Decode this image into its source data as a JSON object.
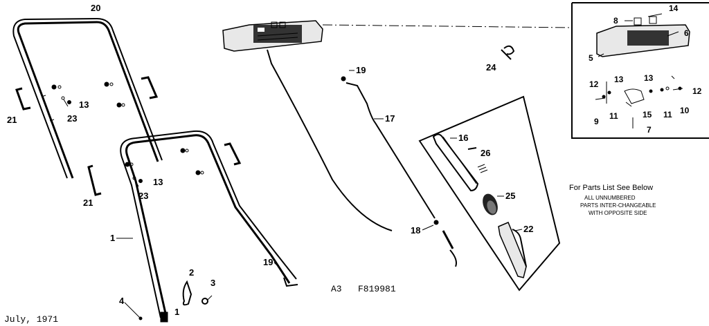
{
  "part_numbers": {
    "p1": "1",
    "p2": "2",
    "p3": "3",
    "p4": "4",
    "p1b": "1",
    "p19a": "19",
    "p19b": "19",
    "p20": "20",
    "p21a": "21",
    "p21b": "21",
    "p13a": "13",
    "p23a": "23",
    "p13b": "13",
    "p23b": "23",
    "p17": "17",
    "p18": "18",
    "p24": "24",
    "p16": "16",
    "p26": "26",
    "p25": "25",
    "p22": "22",
    "inset": {
      "p8": "8",
      "p14": "14",
      "p6": "6",
      "p5": "5",
      "p12a": "12",
      "p13a": "13",
      "p13b": "13",
      "p12b": "12",
      "p9": "9",
      "p11a": "11",
      "p15": "15",
      "p11b": "11",
      "p10": "10",
      "p7": "7"
    }
  },
  "notes": {
    "line1": "For Parts List See Below",
    "line2": "ALL UNNUMBERED",
    "line3": "PARTS INTER-CHANGEABLE",
    "line4": "WITH OPPOSITE SIDE"
  },
  "footer": {
    "date": "July, 1971",
    "code": "A3   F819981"
  }
}
